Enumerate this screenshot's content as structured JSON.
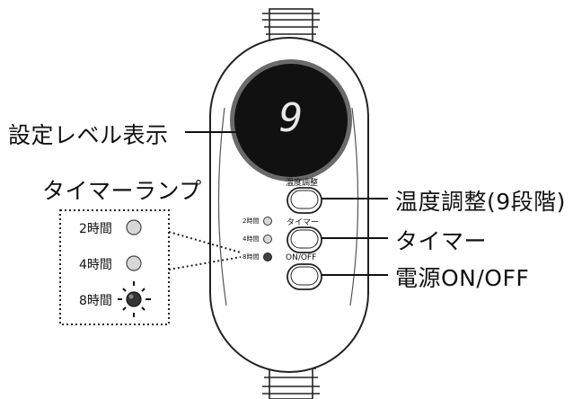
{
  "display": {
    "digit": "9"
  },
  "device_labels": {
    "temp_adjust": "温度調整",
    "timer": "タイマー",
    "power": "ON/OFF",
    "lamp_2h": "2時間",
    "lamp_4h": "4時間",
    "lamp_8h": "8時間"
  },
  "callouts": {
    "level_display": "設定レベル表示",
    "timer_lamp": "タイマーランプ",
    "temp_button": "温度調整(9段階)",
    "timer_button": "タイマー",
    "power_button": "電源ON/OFF"
  },
  "inset": {
    "lamp_2h": "2時間",
    "lamp_4h": "4時間",
    "lamp_8h": "8時間"
  },
  "active_lamp": "8時間",
  "colors": {
    "display_bg": "#111111",
    "digit": "#e8e8e8",
    "lamp_off": "#d8d8d8",
    "lamp_on": "#333333"
  }
}
